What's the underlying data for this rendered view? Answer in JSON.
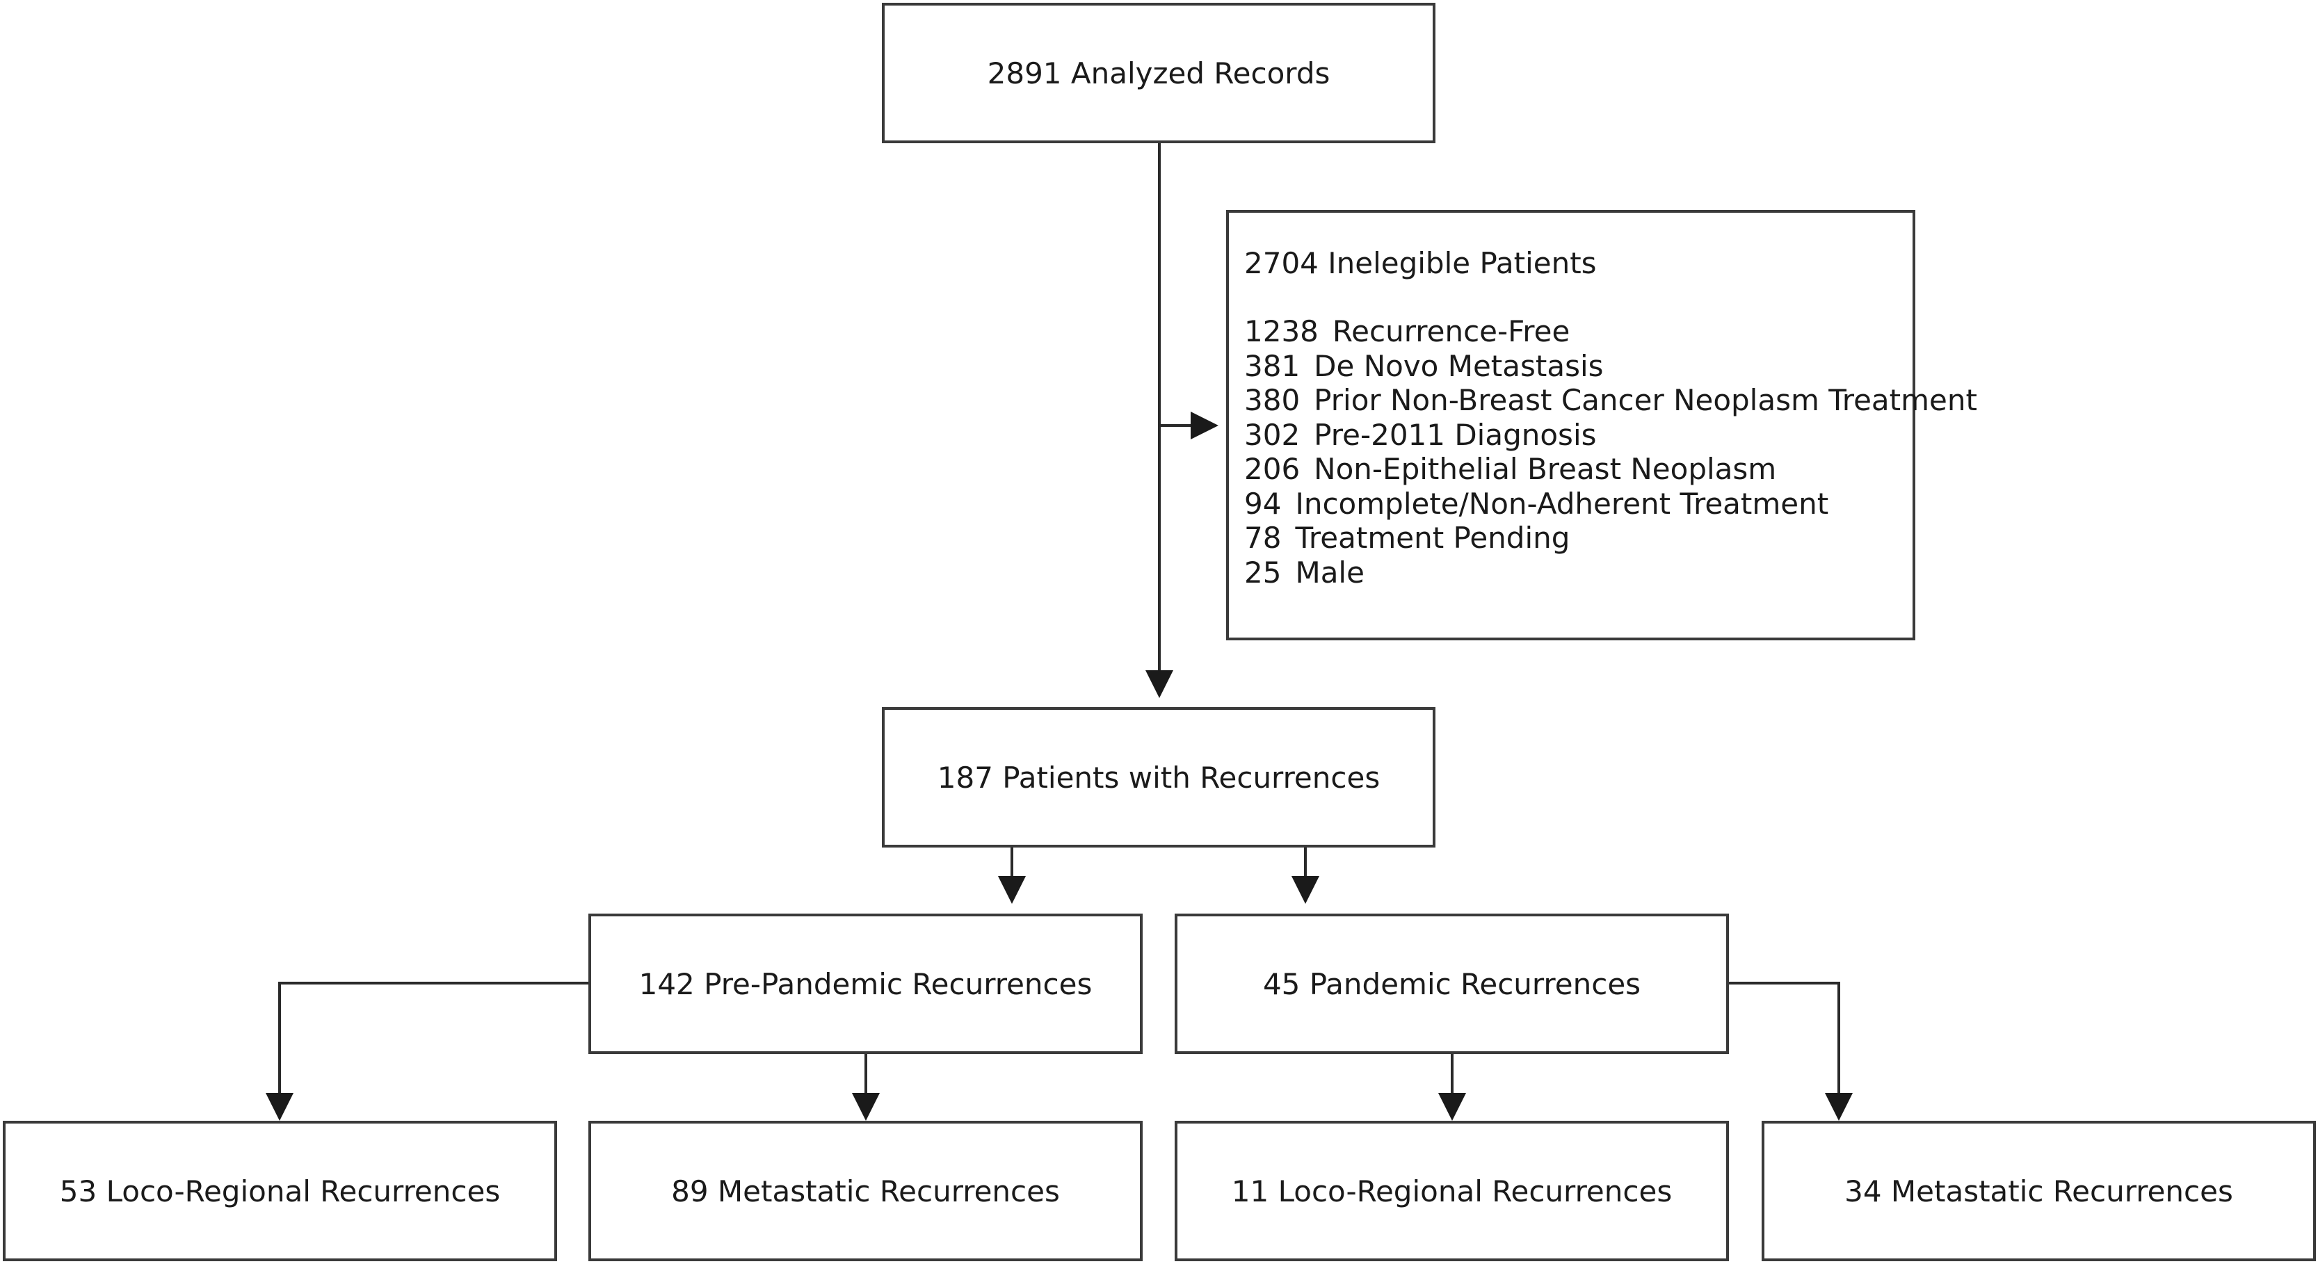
{
  "nodes": {
    "analyzed": "2891 Analyzed Records",
    "with_recurrences": "187 Patients with Recurrences",
    "pre_pandemic": "142 Pre-Pandemic Recurrences",
    "pandemic": "45 Pandemic Recurrences",
    "pre_loco": "53 Loco-Regional Recurrences",
    "pre_meta": "89 Metastatic Recurrences",
    "pan_loco": "11 Loco-Regional Recurrences",
    "pan_meta": "34 Metastatic Recurrences"
  },
  "exclusion": {
    "title": "2704 Inelegible Patients",
    "items": [
      {
        "count": "1238",
        "label": "Recurrence-Free"
      },
      {
        "count": "381",
        "label": "De Novo Metastasis"
      },
      {
        "count": "380",
        "label": "Prior Non-Breast Cancer Neoplasm Treatment"
      },
      {
        "count": "302",
        "label": "Pre-2011 Diagnosis"
      },
      {
        "count": "206",
        "label": "Non-Epithelial Breast Neoplasm"
      },
      {
        "count": "94",
        "label": "Incomplete/Non-Adherent Treatment"
      },
      {
        "count": "78",
        "label": "Treatment Pending"
      },
      {
        "count": "25",
        "label": "Male"
      }
    ]
  },
  "colors": {
    "border": "#3a3a3a",
    "text": "#1a1a1a",
    "background": "#ffffff"
  }
}
